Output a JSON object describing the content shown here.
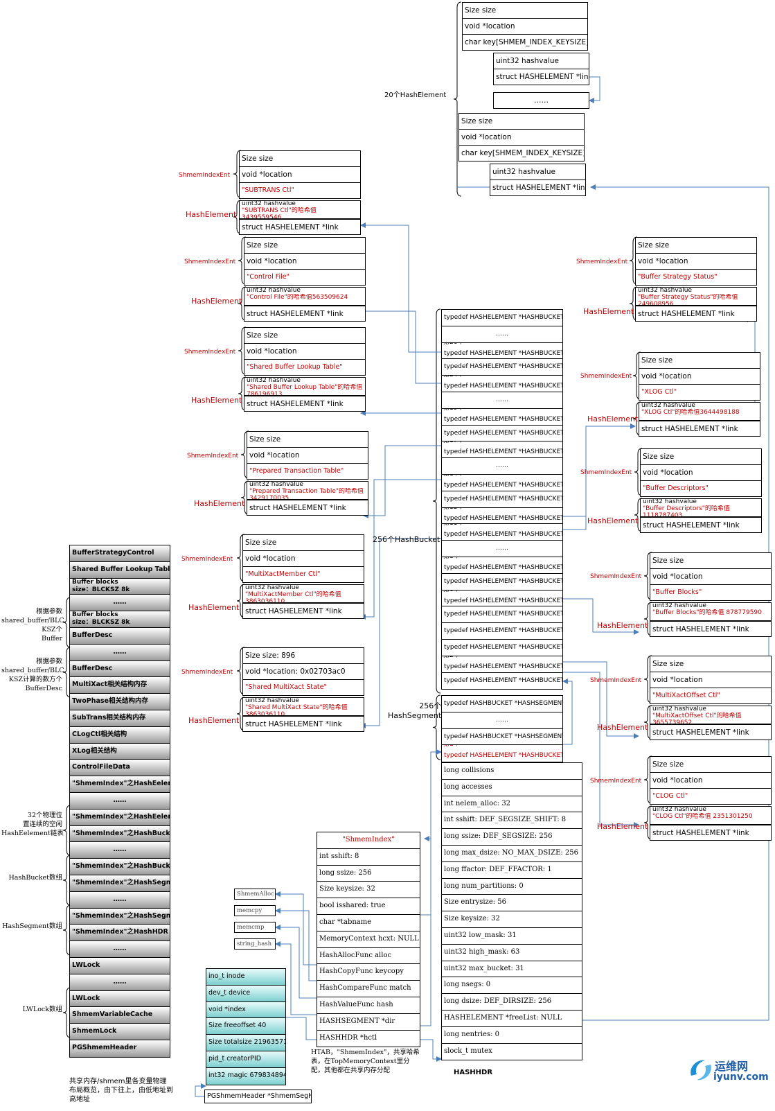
{
  "top_group": {
    "label": "20个HashElement",
    "box1": [
      "Size size",
      "void *location",
      "char key[SHMEM_INDEX_KEYSIZE]"
    ],
    "box1_hash": [
      "uint32 hashvalue",
      "struct HASHELEMENT *link"
    ],
    "dots": "……",
    "box2": [
      "Size size",
      "void *location",
      "char key[SHMEM_INDEX_KEYSIZE]"
    ],
    "box2_hash": [
      "uint32 hashvalue",
      "struct HASHELEMENT *link"
    ]
  },
  "left_entries": [
    {
      "ent_label": "ShmemIndexEnt",
      "elem_label": "HashElement",
      "size": "Size size",
      "loc": "void *location",
      "key": "\"SUBTRANS Ctl\"",
      "hv1": "uint32 hashvalue",
      "hv2": "\"SUBTRANS Ctl\"的哈希值 3439559546",
      "link": "struct HASHELEMENT *link"
    },
    {
      "ent_label": "ShmemIndexEnt",
      "elem_label": "HashElement",
      "size": "Size size",
      "loc": "void *location",
      "key": "\"Control File\"",
      "hv1": "uint32 hashvalue",
      "hv2": "\"Control File\"的哈希值563509624",
      "link": "struct HASHELEMENT *link"
    },
    {
      "ent_label": "ShmemIndexEnt",
      "elem_label": "HashElement",
      "size": "Size size",
      "loc": "void *location",
      "key": "\"Shared Buffer Lookup Table\"",
      "hv1": "uint32 hashvalue",
      "hv2": "\"Shared Buffer Lookup Table\"的哈希值 786196913",
      "link": "struct HASHELEMENT *link"
    },
    {
      "ent_label": "ShmemIndexEnt",
      "elem_label": "HashElement",
      "size": "Size size",
      "loc": "void *location",
      "key": "\"Prepared Transaction Table\"",
      "hv1": "uint32 hashvalue",
      "hv2": "\"Prepared Transaction Table\"的哈希值 3429170035",
      "link": "struct HASHELEMENT *link"
    },
    {
      "ent_label": "ShmemIndexEnt",
      "elem_label": "HashElement",
      "size": "Size size",
      "loc": "void *location",
      "key": "\"MultiXactMember Ctl\"",
      "hv1": "uint32 hashvalue",
      "hv2": "\"MultiXactMember Ctl\"的哈希值 3863036110",
      "link": "struct HASHELEMENT *link"
    },
    {
      "ent_label": "ShmemIndexEnt",
      "elem_label": "HashElement",
      "size": "Size size: 896",
      "loc": "void *location: 0x02703ac0",
      "key": "\"Shared MultiXact State\"",
      "hv1": "uint32 hashvalue",
      "hv2": "\"Shared MultiXact State\"的哈希值 3863036110",
      "link": "struct HASHELEMENT *link"
    }
  ],
  "right_entries": [
    {
      "ent_label": "ShmemIndexEnt",
      "elem_label": "HashElement",
      "size": "Size size",
      "loc": "void *location",
      "key": "\"Buffer Strategy Status\"",
      "hv1": "uint32 hashvalue",
      "hv2": "\"Buffer Strategy Status\"的哈希值 249608956",
      "link": "struct HASHELEMENT *link"
    },
    {
      "ent_label": "ShmemIndexEnt",
      "elem_label": "HashElement",
      "size": "Size size",
      "loc": "void *location",
      "key": "\"XLOG Ctl\"",
      "hv1": "uint32 hashvalue",
      "hv2": "\"XLOG Ctl\"的哈希值3644498188",
      "link": "struct HASHELEMENT *link"
    },
    {
      "ent_label": "ShmemIndexEnt",
      "elem_label": "HashElement",
      "size": "Size size",
      "loc": "void *location",
      "key": "\"Buffer Descriptors\"",
      "hv1": "uint32 hashvalue",
      "hv2": "\"Buffer Descriptors\"的哈希值 1118787403",
      "link": "struct HASHELEMENT *link"
    },
    {
      "ent_label": "ShmemIndexEnt",
      "elem_label": "HashElement",
      "size": "Size size",
      "loc": "void *location",
      "key": "\"Buffer Blocks\"",
      "hv1": "uint32 hashvalue",
      "hv2": "\"Buffer Blocks\"的哈希值 878779590",
      "link": "struct HASHELEMENT *link"
    },
    {
      "ent_label": "ShmemIndexEnt",
      "elem_label": "HashElement",
      "size": "Size size",
      "loc": "void *location",
      "key": "\"MultiXactOffset Ctl\"",
      "hv1": "uint32 hashvalue",
      "hv2": "\"MultiXactOffset Ctl\"的哈希值 3655739652",
      "link": "struct HASHELEMENT *link"
    },
    {
      "ent_label": "ShmemIndexEnt",
      "elem_label": "HashElement",
      "size": "Size size",
      "loc": "void *location",
      "key": "\"CLOG Ctl\"",
      "hv1": "uint32 hashvalue",
      "hv2": "\"CLOG Ctl\"的哈希值 2351301250",
      "link": "struct HASHELEMENT *link"
    }
  ],
  "bucket_label": "256个HashBucket",
  "buckets": [
    {
      "top": "",
      "text": "typedef HASHELEMENT *HASHBUCKET"
    },
    {
      "top": "",
      "text": "……"
    },
    {
      "top": "第26个",
      "text": "typedef HASHELEMENT *HASHBUCKET"
    },
    {
      "top": "",
      "text": "typedef HASHELEMENT *HASHBUCKET"
    },
    {
      "top": "第24个",
      "text": "typedef HASHELEMENT *HASHBUCKET"
    },
    {
      "top": "",
      "text": "……"
    },
    {
      "top": "第19个",
      "text": "typedef HASHELEMENT *HASHBUCKET"
    },
    {
      "top": "",
      "text": "typedef HASHELEMENT *HASHBUCKET"
    },
    {
      "top": "第17个",
      "text": "typedef HASHELEMENT *HASHBUCKET"
    },
    {
      "top": "",
      "text": "……"
    },
    {
      "top": "第14个",
      "text": "typedef HASHELEMENT *HASHBUCKET"
    },
    {
      "top": "",
      "text": "typedef HASHELEMENT *HASHBUCKET"
    },
    {
      "top": "第12个",
      "text": "typedef HASHELEMENT *HASHBUCKET"
    },
    {
      "top": "第11个",
      "text": "typedef HASHELEMENT *HASHBUCKET"
    },
    {
      "top": "",
      "text": "……"
    },
    {
      "top": "第8个",
      "text": "typedef HASHELEMENT *HASHBUCKET"
    },
    {
      "top": "",
      "text": "typedef HASHELEMENT *HASHBUCKET"
    },
    {
      "top": "第6个",
      "text": "typedef HASHELEMENT *HASHBUCKET"
    },
    {
      "top": "",
      "text": "typedef HASHELEMENT *HASHBUCKET"
    },
    {
      "top": "",
      "text": "typedef HASHELEMENT *HASHBUCKET"
    },
    {
      "top": "",
      "text": "typedef HASHELEMENT *HASHBUCKET"
    },
    {
      "top": "第2个",
      "text": "typedef HASHELEMENT *HASHBUCKET"
    },
    {
      "top": "",
      "text": "typedef HASHELEMENT *HASHBUCKET"
    }
  ],
  "segment_label": "256个\nHashSegment",
  "segments": [
    {
      "top": "",
      "text": "typedef HASHBUCKET *HASHSEGMENT"
    },
    {
      "top": "",
      "text": "……"
    },
    {
      "top": "",
      "text": "typedef HASHBUCKET *HASHSEGMENT"
    },
    {
      "top": "第1个",
      "text": "typedef HASHELEMENT *HASHBUCKET"
    }
  ],
  "hashhdr": {
    "rows": [
      "long collisions",
      "long accesses",
      "int nelem_alloc: 32",
      "int sshift: DEF_SEGSIZE_SHIFT: 8",
      "long ssize: DEF_SEGSIZE: 256",
      "long max_dsize: NO_MAX_DSIZE: 256",
      "long ffactor: DEF_FFACTOR: 1",
      "long num_partitions: 0",
      "Size entrysize: 56",
      "Size keysize: 32",
      "uint32 low_mask: 31",
      "uint32 high_mask: 63",
      "uint32 max_bucket: 31",
      "long nsegs: 0",
      "long dsize: DEF_DIRSIZE: 256",
      "HASHELEMENT *freeList: NULL",
      "long nentries: 0",
      "slock_t mutex"
    ],
    "title": "HASHHDR"
  },
  "htab": {
    "rows": [
      "\"ShmemIndex\"",
      "int sshift: 8",
      "long ssize: 256",
      "Size keysize: 32",
      "bool isshared: true",
      "char *tabname",
      "MemoryContext hcxt: NULL",
      "HashAllocFunc alloc",
      "HashCopyFunc keycopy",
      "HashCompareFunc match",
      "HashValueFunc hash",
      "HASHSEGMENT *dir",
      "HASHHDR *hctl"
    ],
    "caption": "HTAB，\"ShmemIndex\"，共享哈希表，在TopMemoryContext里分配，其他都在共享内存分配"
  },
  "funcs": [
    "ShmemAlloc",
    "memcpy",
    "memcmp",
    "string_hash"
  ],
  "seghdr": {
    "rows": [
      "ino_t inode",
      "dev_t device",
      "void *index",
      "Size freeoffset 40",
      "Size totalsize 219635712",
      "pid_t creatorPID",
      "int32 magic 679834894"
    ],
    "ptr": "PGShmemHeader *ShmemSegHdr"
  },
  "memory": {
    "rows": [
      {
        "text": "BufferStrategyControl"
      },
      {
        "text": "Shared Buffer Lookup Table"
      },
      {
        "text": "Buffer blocks\nsize：BLCKSZ 8k"
      },
      {
        "text": "……"
      },
      {
        "text": "Buffer blocks\nsize：BLCKSZ 8k"
      },
      {
        "text": "BufferDesc"
      },
      {
        "text": "……"
      },
      {
        "text": "BufferDesc"
      },
      {
        "text": "MultiXact相关结构内存"
      },
      {
        "text": "TwoPhase相关结构内存"
      },
      {
        "text": "SubTrans相关结构内存"
      },
      {
        "text": "CLogCtl相关结构"
      },
      {
        "text": "XLog相关结构"
      },
      {
        "text": "ControlFileData"
      },
      {
        "text": "\"ShmemIndex\"之HashEelement"
      },
      {
        "text": "……"
      },
      {
        "text": "\"ShmemIndex\"之HashEelement"
      },
      {
        "text": "\"ShmemIndex\"之HashBucket"
      },
      {
        "text": "……"
      },
      {
        "text": "\"ShmemIndex\"之HashBucket"
      },
      {
        "text": "\"ShmemIndex\"之HashSegment"
      },
      {
        "text": "……"
      },
      {
        "text": "\"ShmemIndex\"之HashSegment"
      },
      {
        "text": "\"ShmemIndex\"之HashHDR"
      },
      {
        "text": "……"
      },
      {
        "text": "LWLock"
      },
      {
        "text": "……"
      },
      {
        "text": "LWLock"
      },
      {
        "text": "ShmemVariableCache"
      },
      {
        "text": "ShmemLock"
      },
      {
        "text": "PGShmemHeader"
      }
    ],
    "caption": "共享内存/shmem里各变量物理布局概览，由下往上，由低地址到高地址",
    "side_labels": [
      "根据参数\nshared_buffer/BLC\nKSZ个\nBuffer",
      "根据参数\nshared_buffer/BLC\nKSZ计算的数方个\nBufferDesc",
      "32个物理位\n置连续的空闲\nHashEelement链表",
      "HashBucket数组",
      "HashSegment数组",
      "LWLock数组"
    ]
  },
  "logo": {
    "line1": "运维网",
    "line2": "iyunv.com"
  },
  "colors": {
    "wire": "#4a7ebb",
    "red": "#c00000",
    "teal": "#7dcfcf"
  }
}
